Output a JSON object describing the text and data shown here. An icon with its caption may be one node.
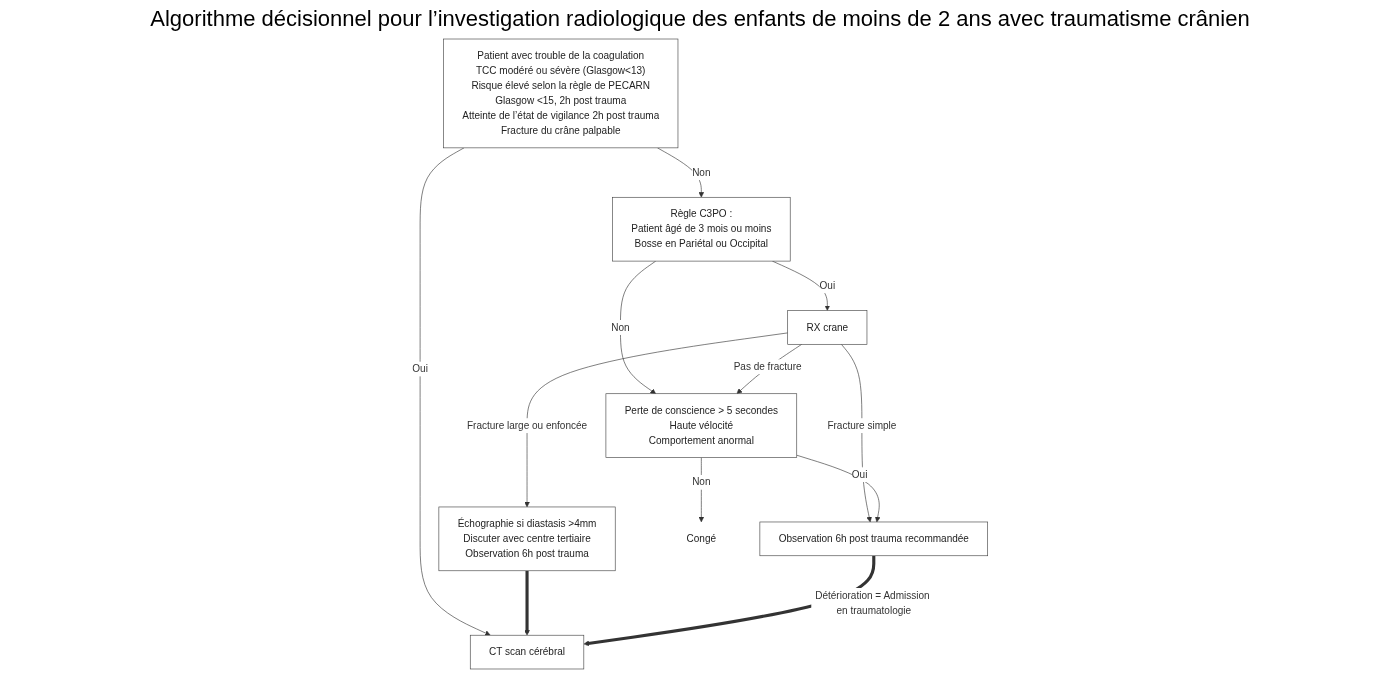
{
  "diagram": {
    "title": "Algorithme décisionnel pour l’investigation radiologique des enfants de moins de 2 ans avec traumatisme crânien",
    "nodes": [
      {
        "text": [
          "Patient avec trouble de la coagulation",
          "TCC modéré ou sévère (Glasgow<13)",
          "Risque élevé selon la règle de PECARN",
          "Glasgow <15, 2h post trauma",
          "Atteinte de l’état de vigilance 2h post trauma",
          "Fracture du crâne palpable"
        ]
      },
      {
        "text": [
          "CT scan cérébral"
        ]
      },
      {
        "text": [
          "Règle C3PO :",
          "Patient âgé de 3 mois ou moins",
          "Bosse en Pariétal ou Occipital"
        ]
      },
      {
        "text": [
          "RX crane"
        ]
      },
      {
        "text": [
          "Échographie si diastasis >4mm",
          "Discuter avec centre tertiaire",
          "Observation 6h post trauma"
        ]
      },
      {
        "text": [
          "Perte de conscience > 5 secondes",
          "Haute vélocité",
          "Comportement anormal"
        ]
      },
      {
        "text": [
          "Observation 6h post trauma recommandée"
        ]
      },
      {
        "text": [
          "Congé"
        ]
      }
    ],
    "edges": [
      {
        "from": 0,
        "to": 1,
        "arrow": "to",
        "label": "Oui"
      },
      {
        "from": 0,
        "to": 2,
        "arrow": "to",
        "label": "Non"
      },
      {
        "from": 2,
        "to": 3,
        "arrow": "to",
        "label": "Oui"
      },
      {
        "from": 2,
        "to": 5,
        "arrow": "to",
        "label": "Non"
      },
      {
        "from": 3,
        "to": 4,
        "arrow": "to",
        "label": "Fracture large ou enfoncée"
      },
      {
        "from": 3,
        "to": 5,
        "arrow": "to",
        "label": "Pas de fracture"
      },
      {
        "from": 3,
        "to": 6,
        "arrow": "to",
        "label": "Fracture simple"
      },
      {
        "from": 5,
        "to": 6,
        "arrow": "to",
        "label": "Oui"
      },
      {
        "from": 5,
        "to": 7,
        "arrow": "to",
        "label": "Non"
      },
      {
        "from": 4,
        "to": 1,
        "arrow": "to",
        "style": "thick"
      },
      {
        "from": 6,
        "to": 1,
        "arrow": "to",
        "style": "thick",
        "label": "Détérioration = Admission en traumatologie"
      }
    ]
  }
}
